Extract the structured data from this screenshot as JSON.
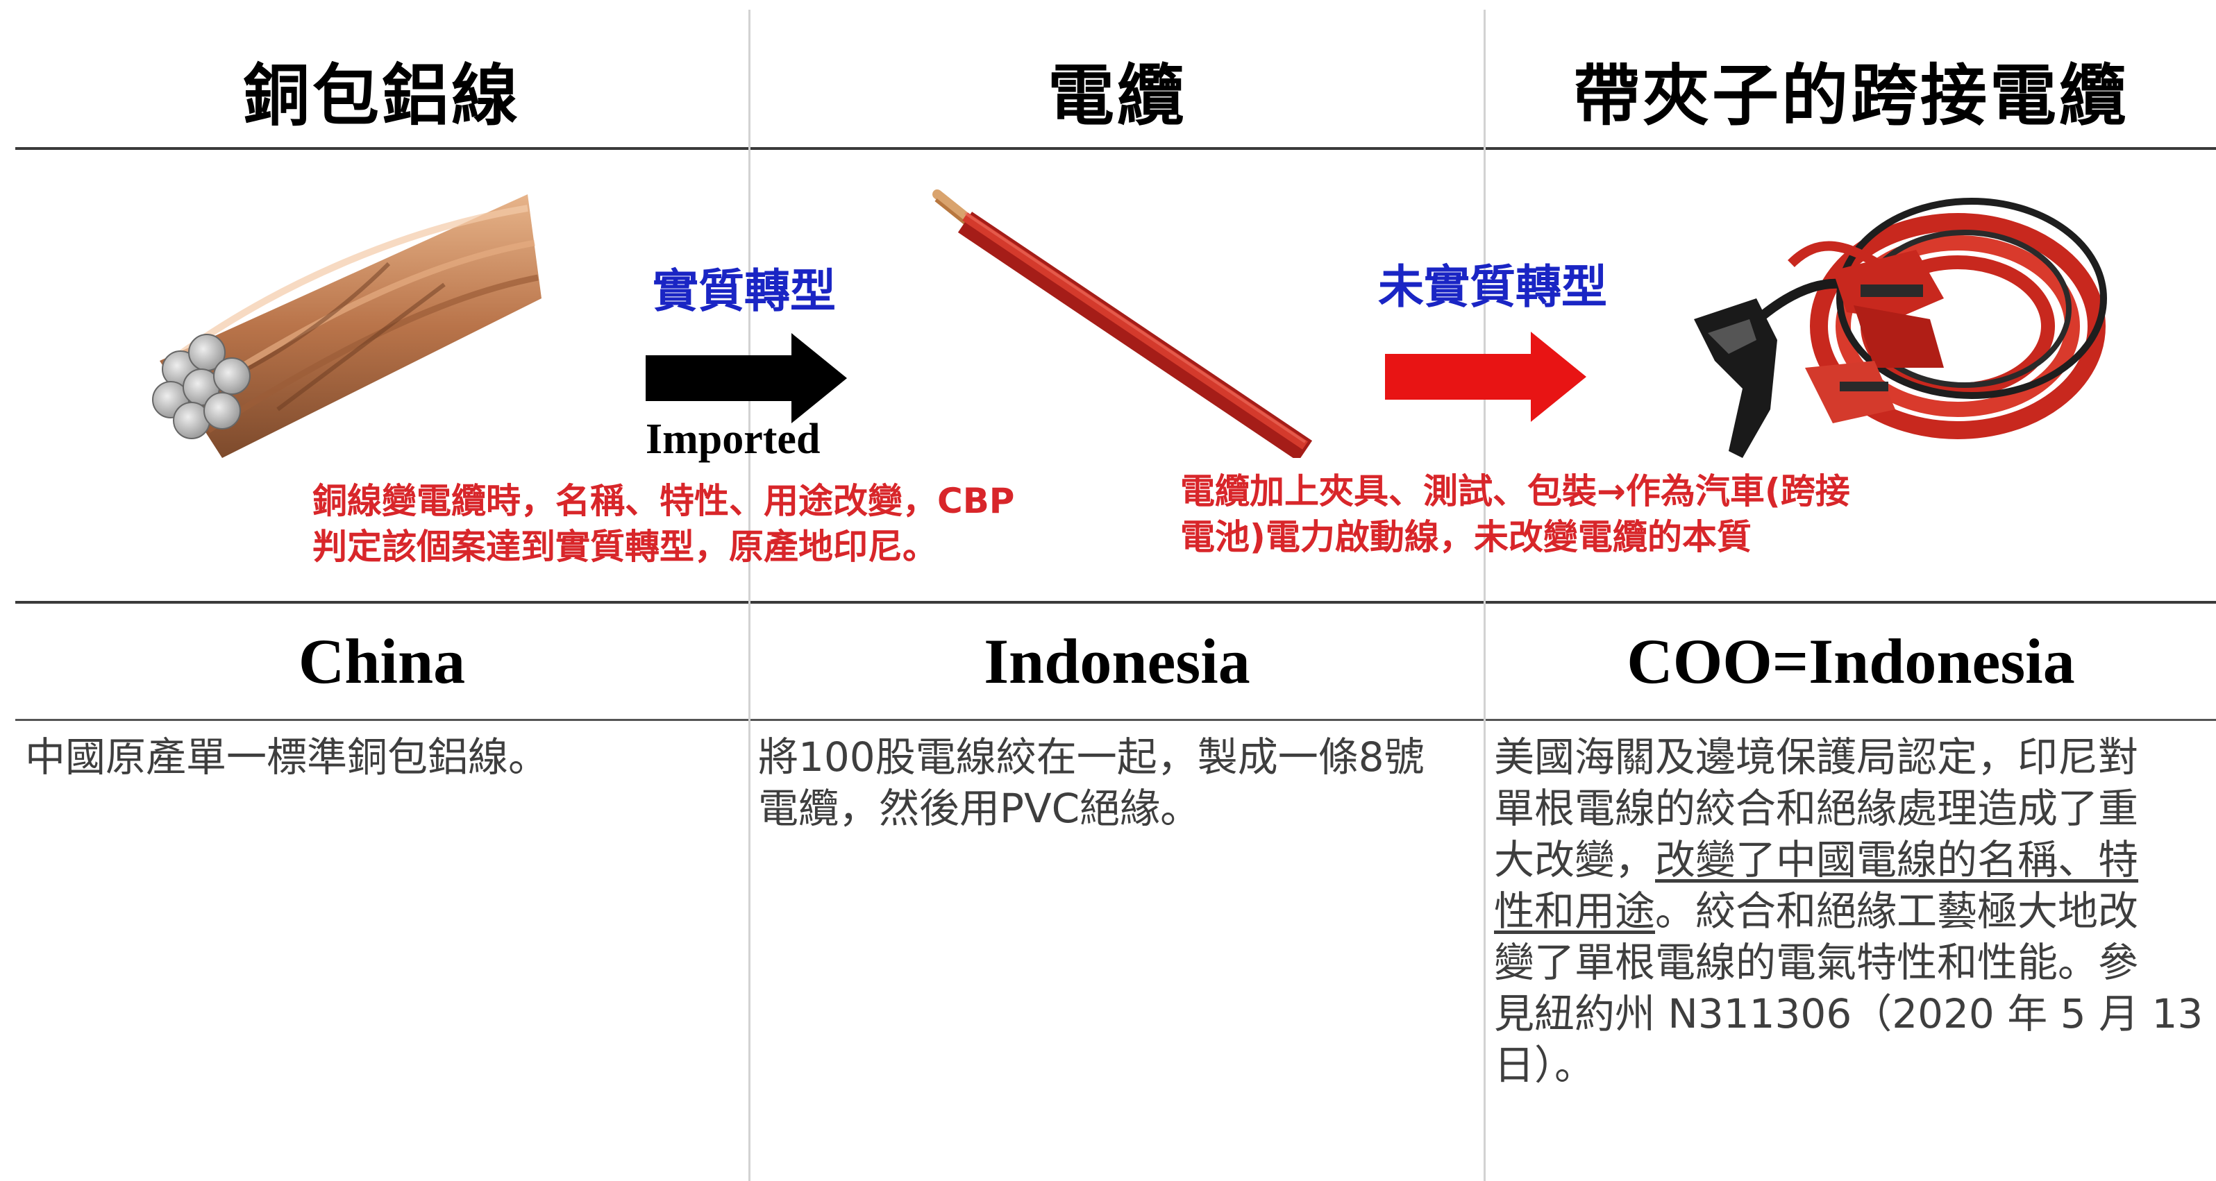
{
  "columns": [
    {
      "title": "銅包鋁線",
      "country": "China",
      "description": "中國原產單一標準銅包鋁線。"
    },
    {
      "title": "電纜",
      "country": "Indonesia",
      "description_line1": "將100股電線絞在一起，製成一條8號",
      "description_line2": "電纜，然後用PVC絕緣。"
    },
    {
      "title": "帶夾子的跨接電纜",
      "country": "COO=Indonesia",
      "description_parts": {
        "line1": "美國海關及邊境保護局認定，印尼對",
        "line2": "單根電線的絞合和絕緣處理造成了重",
        "line3a": "大改變，",
        "line3b_underlined": "改變了中國電線的名稱、特",
        "line4a_underlined": "性和用途",
        "line4b": "。絞合和絕緣工藝極大地改",
        "line5": "變了單根電線的電氣特性和性能。參",
        "line6": "見紐約州 N311306（2020 年 5 月 13",
        "line7": "日）。"
      }
    }
  ],
  "transitions": [
    {
      "label": "實質轉型",
      "arrow_color": "#000000",
      "sub_label": "Imported",
      "note_line1": "銅線變電纜時，名稱、特性、用途改變，CBP",
      "note_line2": "判定該個案達到實質轉型，原產地印尼。"
    },
    {
      "label": "未實質轉型",
      "arrow_color": "#e81414",
      "note_line1": "電纜加上夾具、測試、包裝→作為汽車(跨接",
      "note_line2": "電池)電力啟動線，未改變電纜的本質"
    }
  ],
  "colors": {
    "label_blue": "#1a25c4",
    "note_red": "#d8262a",
    "copper": "#c98a55",
    "cable_red": "#c8281e"
  },
  "icons": [
    "stranded-copper-wire-image",
    "red-cable-image",
    "jumper-cables-image"
  ]
}
